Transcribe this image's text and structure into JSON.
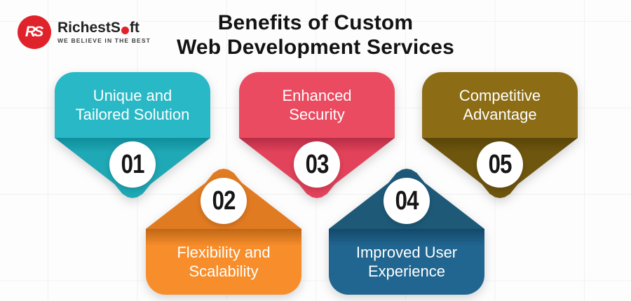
{
  "brand": {
    "monogram": "RS",
    "name_prefix": "RichestS",
    "name_suffix": "ft",
    "tagline": "WE BELIEVE IN THE BEST",
    "logo_color": "#e0232b",
    "text_color": "#222222"
  },
  "title": {
    "line1": "Benefits of Custom",
    "line2": "Web Development Services"
  },
  "benefits": [
    {
      "number": "01",
      "label_line1": "Unique and",
      "label_line2": "Tailored Solution",
      "orientation": "down",
      "colors": {
        "body": "#29b8c5",
        "point": "#1fa8b5",
        "fold": "#0f8d9b"
      }
    },
    {
      "number": "02",
      "label_line1": "Flexibility and",
      "label_line2": "Scalability",
      "orientation": "up",
      "colors": {
        "body": "#f78e2b",
        "point": "#e17b22",
        "fold": "#bf6717"
      }
    },
    {
      "number": "03",
      "label_line1": "Enhanced",
      "label_line2": "Security",
      "orientation": "down",
      "colors": {
        "body": "#ea4b60",
        "point": "#e2425a",
        "fold": "#b52e46"
      }
    },
    {
      "number": "04",
      "label_line1": "Improved User",
      "label_line2": "Experience",
      "orientation": "up",
      "colors": {
        "body": "#206690",
        "point": "#1e5a78",
        "fold": "#15486b"
      }
    },
    {
      "number": "05",
      "label_line1": "Competitive",
      "label_line2": "Advantage",
      "orientation": "down",
      "colors": {
        "body": "#8c6d15",
        "point": "#6f560e",
        "fold": "#594509"
      }
    }
  ],
  "badge": {
    "background": "#ffffff",
    "number_color": "#161616"
  }
}
